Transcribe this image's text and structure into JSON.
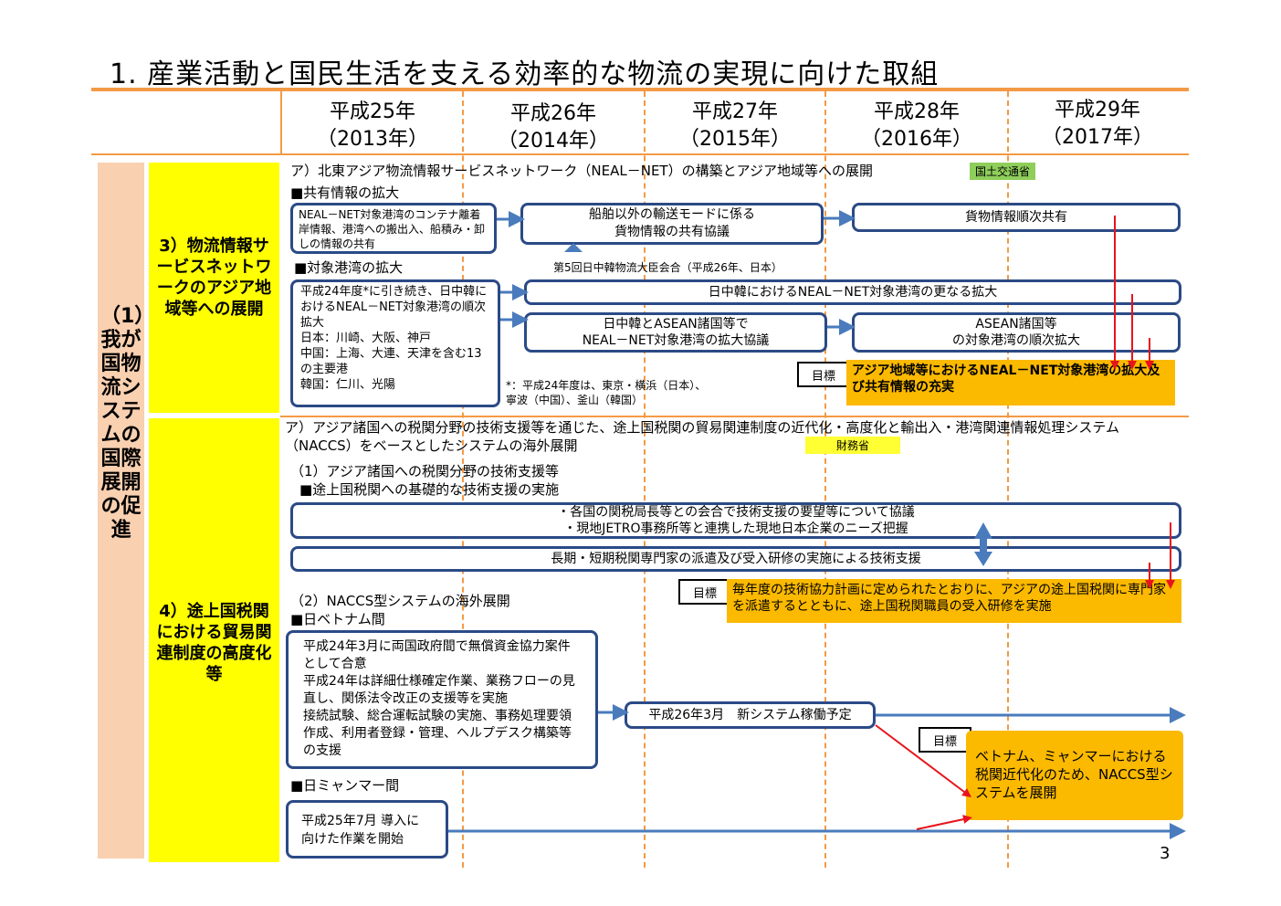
{
  "title": "1. 産業活動と国民生活を支える効率的な物流の実現に向けた取組",
  "years": [
    {
      "label": "平成25年",
      "sub": "（2013年）"
    },
    {
      "label": "平成26年",
      "sub": "（2014年）"
    },
    {
      "label": "平成27年",
      "sub": "（2015年）"
    },
    {
      "label": "平成28年",
      "sub": "（2016年）"
    },
    {
      "label": "平成29年",
      "sub": "（2017年）"
    }
  ],
  "section": {
    "label": "（1）\n我が国物流システムの国際展開の促進"
  },
  "sub3": {
    "label": "3）物流情報サービスネットワークのアジア地域等への展開",
    "heading": "ア）北東アジア物流情報サービスネットワーク（NEAL－NET）の構築とアジア地域等への展開",
    "ministry": "国土交通省",
    "share_title": "■共有情報の拡大",
    "share_box1": "NEAL－NET対象港湾のコンテナ離着岸情報、港湾への搬出入、船積み・卸しの情報の共有",
    "share_box2": "船舶以外の輸送モードに係る貨物情報の共有協議",
    "share_box3": "貨物情報順次共有",
    "meeting_note": "第5回日中韓物流大臣会合（平成26年、日本）",
    "port_title": "■対象港湾の拡大",
    "port_box": "平成24年度*に引き続き、日中韓におけるNEAL－NET対象港湾の順次拡大\n日本：川崎、大阪、神戸\n中国：上海、大連、天津を含む13の主要港\n韓国：仁川、光陽",
    "port_bar1": "日中韓におけるNEAL－NET対象港湾の更なる拡大",
    "port_bar2": "日中韓とASEAN諸国等で\nNEAL－NET対象港湾の拡大協議",
    "port_bar3": "ASEAN諸国等\nの対象港湾の順次拡大",
    "footnote": "*：平成24年度は、東京・横浜（日本）、\n寧波（中国）、釜山（韓国）",
    "goal_label": "目標",
    "goal_text": "アジア地域等におけるNEAL－NET対象港湾の拡大及び共有情報の充実"
  },
  "sub4": {
    "label": "4）途上国税関における貿易関連制度の高度化等",
    "heading": "ア）アジア諸国への税関分野の技術支援等を通じた、途上国税関の貿易関連制度の近代化・高度化と輸出入・港湾関連情報処理システム（NACCS）をベースとしたシステムの海外展開",
    "ministry": "財務省",
    "tech_title": "（1）アジア諸国への税関分野の技術支援等",
    "tech_sub": "■途上国税関への基礎的な技術支援の実施",
    "tech_bar1": "・各国の関税局長等との会合で技術支援の要望等について協議\n・現地JETRO事務所等と連携した現地日本企業のニーズ把握",
    "tech_bar2": "長期・短期税関専門家の派遣及び受入研修の実施による技術支援",
    "goal1_label": "目標",
    "goal1_text": "毎年度の技術協力計画に定められたとおりに、アジアの途上国税関に専門家を派遣するとともに、途上国税関職員の受入研修を実施",
    "naccs_title": "（2）NACCS型システムの海外展開",
    "vn_title": "■日ベトナム間",
    "vn_box": "平成24年3月に両国政府間で無償資金協力案件として合意\n平成24年は詳細仕様確定作業、業務フローの見直し、関係法令改正の支援等を実施\n接続試験、総合運転試験の実施、事務処理要領作成、利用者登録・管理、ヘルプデスク構築等の支援",
    "vn_bar": "平成26年3月　新システム稼働予定",
    "goal2_label": "目標",
    "goal2_text": "ベトナム、ミャンマーにおける税関近代化のため、NACCS型システムを展開",
    "mm_title": "■日ミャンマー間",
    "mm_box": "平成25年7月 導入に\n向けた作業を開始"
  },
  "page_number": "3",
  "colors": {
    "accent": "#f39a45",
    "navy": "#2b4a86",
    "gold": "#fbb900",
    "yellow": "#ffff00",
    "peach": "#f9d0b0",
    "red": "#e8141c",
    "blue_arrow": "#4a7bbd"
  }
}
